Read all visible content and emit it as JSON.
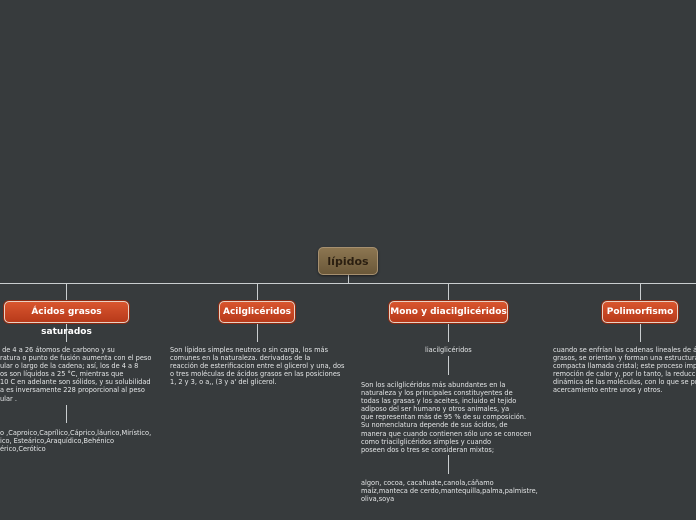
{
  "central": {
    "label": "lípidos"
  },
  "branches": [
    {
      "label": "Ácidos grasos saturados",
      "detail": " de 4 a 26 átomos de carbono y su\nratura o punto de fusión aumenta con el peso\nular o largo de la cadena; así, los de 4 a 8\nos son líquidos a 25 °C, mientras que\n10 C en adelante son sólidos, y su solubilidad\na es inversamente 228 proporcional al peso\nular .",
      "sub": "o ,Caproico,Caprílico,Cáprico,láurico,Mirístico,\nico, Esteárico,Araquídico,Behénico\nérico,Cerótico"
    },
    {
      "label": "Acilglicéridos",
      "detail": "Son lípidos simples neutros o sin carga, los más\ncomunes en la naturaleza. derivados de la\nreacción de esterificacion entre el glicerol y una, dos\no tres moléculas de ácidos grasos en las posiciones\n1, 2 y 3, o a,, (3 y a' del glicerol."
    },
    {
      "label": "Mono y diacilglicéridos",
      "detail": "liacilglicéridos",
      "sub": "Son los acilglicéridos más abundantes en la\nnaturaleza y los principales constituyentes de\ntodas las grasas y los aceites, incluido el tejido\nadiposo del ser humano y otros animales, ya\nque representan más de 95 % de su composición.\nSu nomenclatura depende de sus ácidos, de\nmanera que cuando contienen sólo uno se conocen\ncomo triacilglicéridos simples y cuando\nposeen dos o tres se consideran mixtos;",
      "sub2": "algon, cocoa, cacahuate,canola,cáñamo\nmaíz,manteca de cerdo,mantequilla,palma,palmistre,\noliva,soya"
    },
    {
      "label": "Polimorfismo",
      "detail": "cuando se enfrían las cadenas lineales de ác\ngrasos, se orientan y forman una estructura\ncompacta llamada cristal; este proceso impli\nremoción de calor y, por lo tanto, la reducci\ndinámica de las moléculas, con lo que se pr\nacercamiento entre unos y otros."
    }
  ]
}
